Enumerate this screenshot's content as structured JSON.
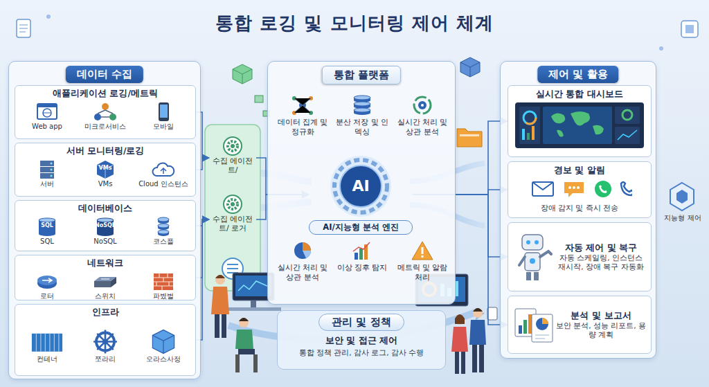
{
  "diagram": {
    "title": "통합 로깅 및 모니터링 제어 체계",
    "nodes": [
      {
        "text": [
          "데이터 수집"
        ]
      },
      {
        "text": [
          "애플리케이션 로깅/메트릭",
          "Web app",
          "미크로서비스",
          "모바일"
        ],
        "in": 0
      },
      {
        "text": [
          "서버 모니터링/로깅",
          "서버",
          "VMs",
          "Cloud 인스턴스"
        ],
        "in": 0
      },
      {
        "text": [
          "데이터베이스",
          "SQL",
          "NoSQL",
          "코스플"
        ],
        "in": 0
      },
      {
        "text": [
          "네트워크",
          "로터",
          "스위치",
          "파볐벌"
        ],
        "in": 0
      },
      {
        "text": [
          "인프라",
          "컨테너",
          "쪼라리",
          "오라스사정"
        ],
        "in": 0
      },
      {
        "text": [
          "수집 에이전트/"
        ]
      },
      {
        "text": [
          "수집 에이전트/ 로거"
        ]
      },
      {
        "text": [
          "통합 플랫폼"
        ]
      },
      {
        "text": [
          "데이터 집계 및 정규화"
        ],
        "in": 8
      },
      {
        "text": [
          "분산 저장 및 인덱싱"
        ],
        "in": 8
      },
      {
        "text": [
          "실시간 처리 및 상관 분석"
        ],
        "in": 8
      },
      {
        "text": [
          "AI",
          "AI/지능형 분석 엔진"
        ],
        "in": 8
      },
      {
        "text": [
          "실시간 처리 및 상관 분석"
        ],
        "in": 8
      },
      {
        "text": [
          "이상 징후 탐지"
        ],
        "in": 8
      },
      {
        "text": [
          "메트릭 및 알람 처리"
        ],
        "in": 8
      },
      {
        "text": [
          "관리 및 정책",
          "보안 및 접근 제어",
          "통합 정책 관리, 감사 로그, 감사 수행"
        ]
      },
      {
        "text": [
          "제어 및 활용"
        ]
      },
      {
        "text": [
          "실시간 통합 대시보드"
        ],
        "in": 17
      },
      {
        "text": [
          "경보 및 알림",
          "장애 감지 및 즉시 전송"
        ],
        "in": 17
      },
      {
        "text": [
          "자동 제어 및 복구",
          "자동 스케일링, 인스턴스 재시작, 장애 복구 자동화"
        ],
        "in": 17
      },
      {
        "text": [
          "분석 및 보고서",
          "보안 분석, 성능 리포트, 용량 계획"
        ],
        "in": 17
      }
    ],
    "edges": [
      {
        "from": 1,
        "to": 6,
        "arrow": "to"
      },
      {
        "from": 2,
        "to": 6,
        "arrow": "to"
      },
      {
        "from": 3,
        "to": 7,
        "arrow": "to"
      },
      {
        "from": 4,
        "to": 7,
        "arrow": "to"
      },
      {
        "from": 5,
        "to": 7,
        "arrow": "to"
      },
      {
        "from": 6,
        "to": 12,
        "arrow": "to"
      },
      {
        "from": 7,
        "to": 12,
        "arrow": "to"
      },
      {
        "from": 12,
        "to": 18,
        "arrow": "to"
      },
      {
        "from": 12,
        "to": 19,
        "arrow": "to"
      },
      {
        "from": 12,
        "to": 20,
        "arrow": "to"
      },
      {
        "from": 12,
        "to": 21,
        "arrow": "to"
      }
    ],
    "labels": [
      "VMs",
      "SQL",
      "NoSQL",
      "지능형 제어"
    ]
  }
}
